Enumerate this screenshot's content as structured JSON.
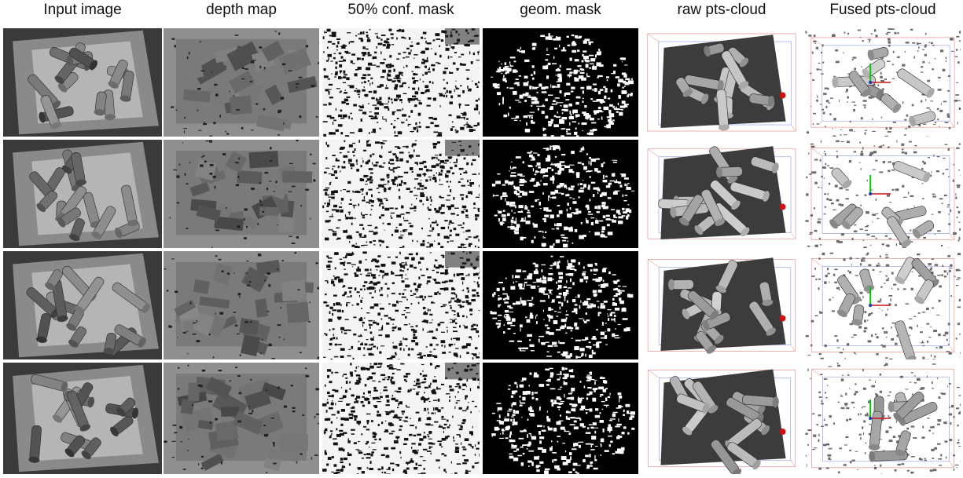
{
  "figure": {
    "columns": [
      {
        "title": "Input image",
        "kind": "input"
      },
      {
        "title": "depth map",
        "kind": "depth"
      },
      {
        "title": "50% conf. mask",
        "kind": "conf"
      },
      {
        "title": "geom. mask",
        "kind": "geom"
      },
      {
        "title": "raw pts-cloud",
        "kind": "raw"
      },
      {
        "title": "Fused pts-cloud",
        "kind": "fused"
      }
    ],
    "rows": 4
  },
  "colors": {
    "background": "#ffffff",
    "bbox_red": "#e8a0a0",
    "bbox_blue": "#9aa6e8",
    "axis_red": "#d01010",
    "axis_green": "#10c010",
    "axis_blue": "#1030d0"
  }
}
